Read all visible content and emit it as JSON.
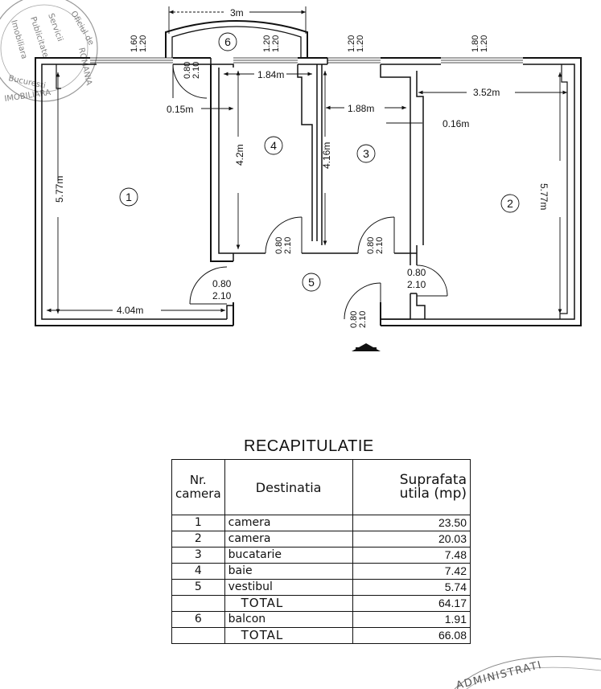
{
  "plan": {
    "rooms": [
      {
        "num": "1"
      },
      {
        "num": "2"
      },
      {
        "num": "3"
      },
      {
        "num": "4"
      },
      {
        "num": "5"
      },
      {
        "num": "6"
      }
    ],
    "dims": {
      "balcony_width": "3m",
      "room1_height": "5.77m",
      "room1_width": "4.04m",
      "room2_height": "5.77m",
      "room2_width": "3.52m",
      "room4_width": "1.84m",
      "room4_height": "4.2m",
      "room3_width": "1.88m",
      "room3_height": "4.16m",
      "wall_a": "0.15m",
      "wall_b": "0.16m"
    },
    "openings": {
      "win1_top": "1.60",
      "win1_bot": "1.20",
      "win_bal_top": "1.20",
      "win_bal_bot": "1.20",
      "win3_top": "1.20",
      "win3_bot": "1.20",
      "win2_top": "1.80",
      "win2_bot": "1.20",
      "door_bal_top": "0.80",
      "door_bal_bot": "2.10",
      "door4_top": "0.80",
      "door4_bot": "2.10",
      "door3_top": "0.80",
      "door3_bot": "2.10",
      "door1_top": "0.80",
      "door1_bot": "2.10",
      "door2_top": "0.80",
      "door2_bot": "2.10",
      "door_entry_top": "0.80",
      "door_entry_bot": "2.10"
    },
    "stamp_lines": [
      "Oficiul de",
      "Servicii",
      "Publicitate",
      "Imobiliara",
      "ROMANIA",
      "Bucuresti",
      "IMOBILIARA"
    ],
    "stamp2": "ADMINISTRATI"
  },
  "recap": {
    "title": "RECAPITULATIE",
    "headers": {
      "nr_line1": "Nr.",
      "nr_line2": "camera",
      "dest": "Destinatia",
      "sup_line1": "Suprafata",
      "sup_line2": "utila (mp)"
    },
    "rows": [
      {
        "nr": "1",
        "dest": "camera",
        "val": "23.50"
      },
      {
        "nr": "2",
        "dest": "camera",
        "val": "20.03"
      },
      {
        "nr": "3",
        "dest": "bucatarie",
        "val": "7.48"
      },
      {
        "nr": "4",
        "dest": "baie",
        "val": "7.42"
      },
      {
        "nr": "5",
        "dest": "vestibul",
        "val": "5.74"
      },
      {
        "nr": "",
        "dest": "TOTAL",
        "val": "64.17",
        "total": true
      },
      {
        "nr": "6",
        "dest": "balcon",
        "val": "1.91"
      },
      {
        "nr": "",
        "dest": "TOTAL",
        "val": "66.08",
        "total": true
      }
    ]
  }
}
